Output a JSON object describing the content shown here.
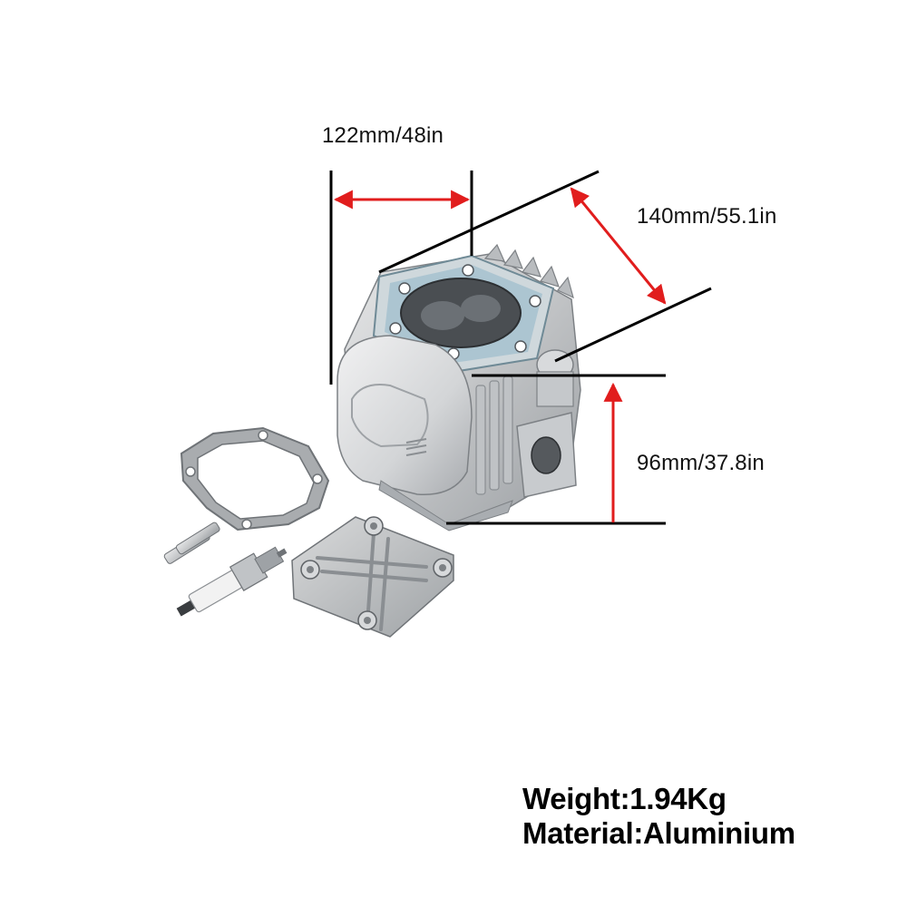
{
  "dimensions": {
    "width": "122mm/48in",
    "depth": "140mm/55.1in",
    "height": "96mm/37.8in"
  },
  "specs": {
    "weight": "Weight:1.94Kg",
    "material": "Material:Aluminium"
  },
  "colors": {
    "arrow": "#e11d1d",
    "line": "#000000",
    "metal": "#c9cbcd",
    "metal_dark": "#9ea2a6",
    "gasket_blue": "#8fb7c9"
  }
}
